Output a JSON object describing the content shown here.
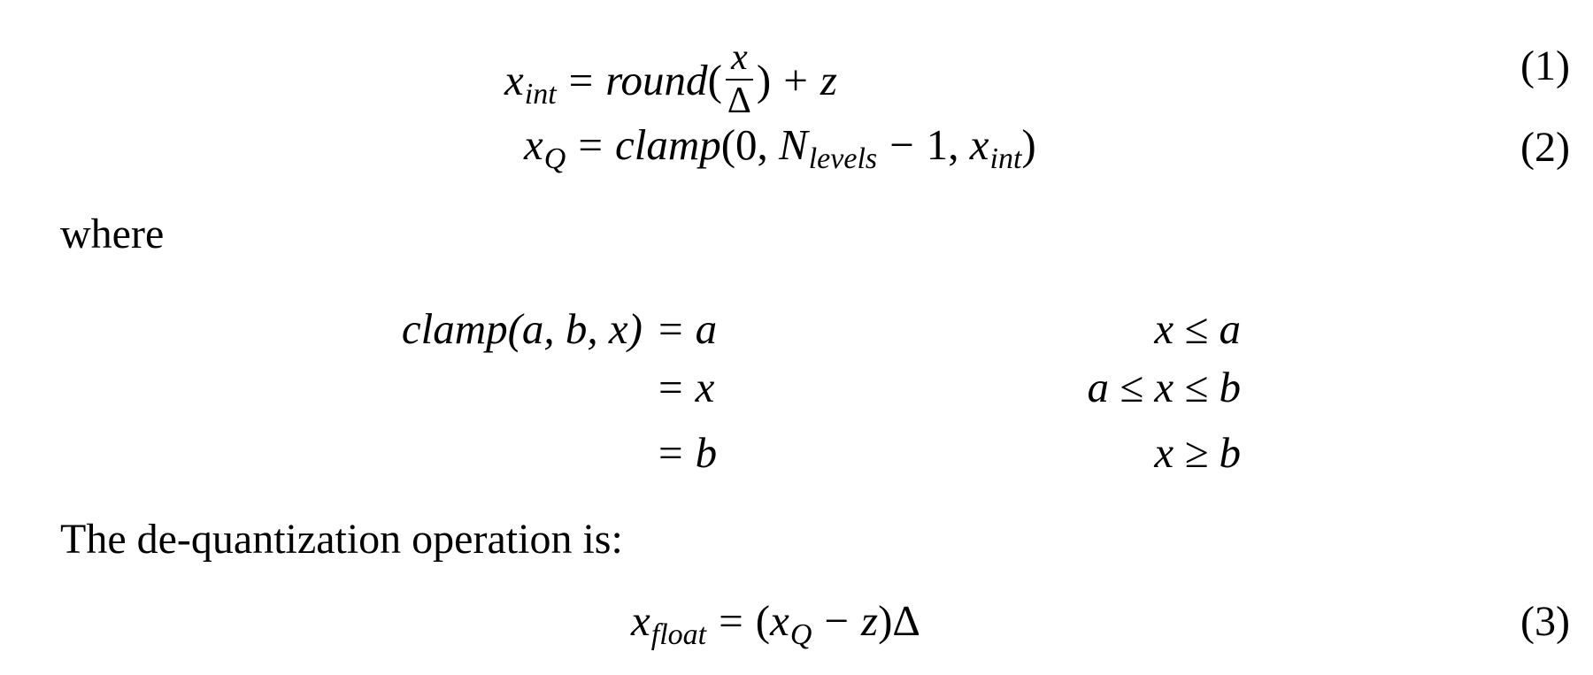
{
  "document": {
    "equations": [
      {
        "number": "(1)",
        "lhs": {
          "base": "x",
          "sub": "int"
        },
        "rhs": {
          "func": "round",
          "open": "(",
          "frac_num": "x",
          "frac_den": "Δ",
          "close": ")",
          "op": "+",
          "tail": "z"
        }
      },
      {
        "number": "(2)",
        "lhs": {
          "base": "x",
          "sub": "Q"
        },
        "rhs": {
          "func": "clamp",
          "open": "(",
          "arg1": "0,",
          "arg2_base": "N",
          "arg2_sub": "levels",
          "minus": "−",
          "one": "1,",
          "arg3_base": "x",
          "arg3_sub": "int",
          "close": ")"
        }
      },
      {
        "number": "(3)",
        "lhs": {
          "base": "x",
          "sub": "float"
        },
        "rhs": {
          "open": "(",
          "base": "x",
          "sub": "Q",
          "minus": "−",
          "z": "z",
          "close": ")",
          "tail": "Δ"
        }
      }
    ],
    "where_label": "where",
    "clamp_definition": {
      "lhs": "clamp(a, b, x)",
      "cases": [
        {
          "value": "a",
          "condition": "x ≤ a"
        },
        {
          "value": "x",
          "condition": "a ≤ x ≤ b"
        },
        {
          "value": "b",
          "condition": "x ≥ b"
        }
      ],
      "equals": "="
    },
    "dequant_sentence": "The de-quantization operation is:",
    "equals": "="
  }
}
